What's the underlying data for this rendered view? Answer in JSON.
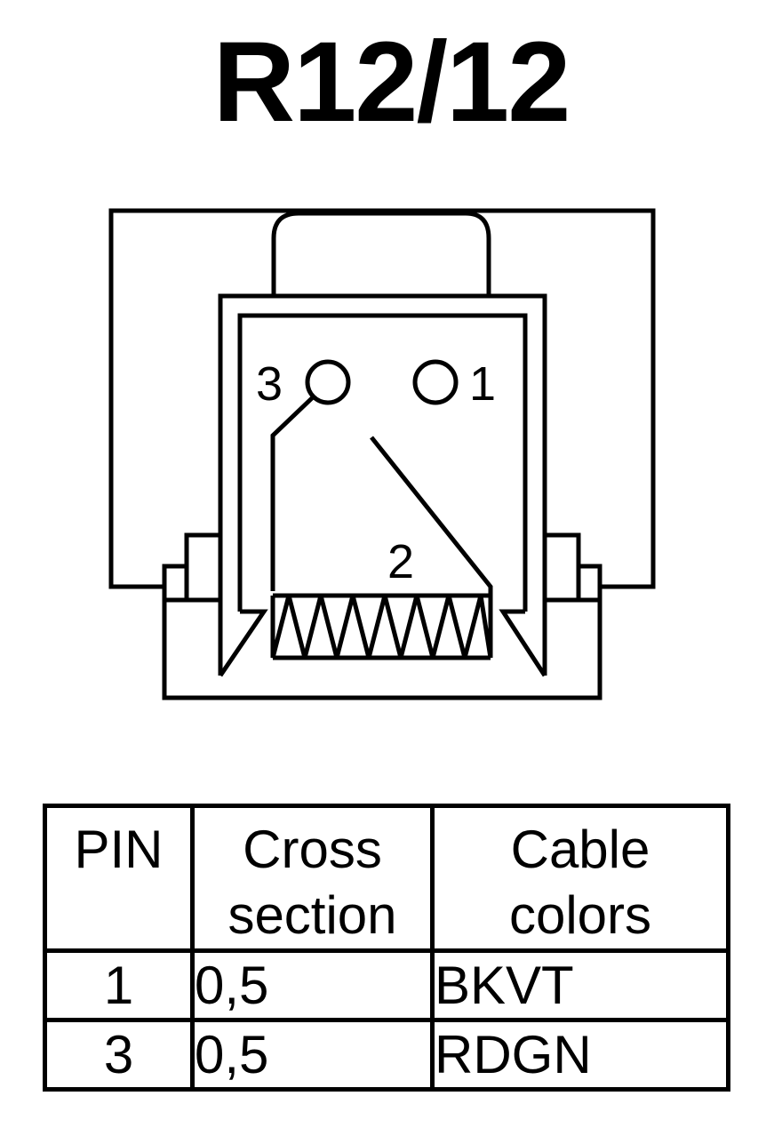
{
  "title": "R12/12",
  "diagram": {
    "pin_labels": {
      "pin1": "1",
      "pin2": "2",
      "pin3": "3"
    }
  },
  "table": {
    "headers": {
      "pin": "PIN",
      "cross_line1": "Cross",
      "cross_line2": "section",
      "color_line1": "Cable",
      "color_line2": "colors"
    },
    "rows": [
      {
        "pin": "1",
        "cross_section": "0,5",
        "cable_color": "BKVT"
      },
      {
        "pin": "3",
        "cross_section": "0,5",
        "cable_color": "RDGN"
      }
    ]
  }
}
